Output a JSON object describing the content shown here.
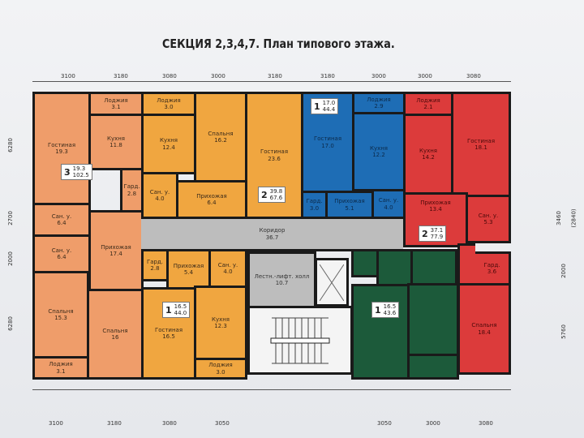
{
  "title": "СЕКЦИЯ 2,3,4,7. План типового этажа.",
  "colors": {
    "unit3": "#ef9d6a",
    "unit2_orange": "#f0a640",
    "unit1_blue": "#1e6db5",
    "unit2_red": "#dc3b3b",
    "unit1_green": "#1c5a3a",
    "common": "#bdbdbd"
  },
  "dims_top": [
    "3100",
    "3180",
    "3080",
    "3000",
    "3180",
    "3180",
    "3000",
    "3000",
    "3080"
  ],
  "dims_bottom": [
    "3100",
    "3180",
    "3080",
    "3050",
    "3050",
    "3000",
    "3080"
  ],
  "dims_left": [
    "6280",
    "2700",
    "2000",
    "6280"
  ],
  "dims_right": [
    "3460",
    "(2840)",
    "2000",
    "5760"
  ],
  "units": {
    "u3": {
      "rooms": "3",
      "living": "19.3",
      "total": "102.5",
      "r": [
        {
          "n": "Гостиная",
          "a": "19.3"
        },
        {
          "n": "Лоджия",
          "a": "3.1"
        },
        {
          "n": "Кухня",
          "a": "11.8"
        },
        {
          "n": "Гард.",
          "a": "2.8"
        },
        {
          "n": "Сан. у.",
          "a": "6.4"
        },
        {
          "n": "Сан. у.",
          "a": "6.4"
        },
        {
          "n": "Прихожая",
          "a": "17.4"
        },
        {
          "n": "Спальня",
          "a": "15.3"
        },
        {
          "n": "Спальня",
          "a": "16"
        },
        {
          "n": "Лоджия",
          "a": "3.1"
        }
      ]
    },
    "u2o": {
      "rooms": "2",
      "living": "39.8",
      "total": "67.6",
      "r": [
        {
          "n": "Лоджия",
          "a": "3.0"
        },
        {
          "n": "Кухня",
          "a": "12.4"
        },
        {
          "n": "Сан. у.",
          "a": "4.0"
        },
        {
          "n": "Прихожая",
          "a": "6.4"
        },
        {
          "n": "Спальня",
          "a": "16.2"
        },
        {
          "n": "Гостиная",
          "a": "23.6"
        }
      ]
    },
    "u1b": {
      "rooms": "1",
      "living": "17.0",
      "total": "44.4",
      "r": [
        {
          "n": "Гостиная",
          "a": "17.0"
        },
        {
          "n": "Лоджия",
          "a": "2.9"
        },
        {
          "n": "Кухня",
          "a": "12.2"
        },
        {
          "n": "Гард.",
          "a": "3.0"
        },
        {
          "n": "Прихожая",
          "a": "5.1"
        },
        {
          "n": "Сан. у.",
          "a": "4.0"
        }
      ]
    },
    "u2r": {
      "rooms": "2",
      "living": "37.1",
      "total": "77.9",
      "r": [
        {
          "n": "Лоджия",
          "a": "2.1"
        },
        {
          "n": "Кухня",
          "a": "14.2"
        },
        {
          "n": "Гостиная",
          "a": "18.1"
        },
        {
          "n": "Прихожая",
          "a": "13.4"
        },
        {
          "n": "Сан. у.",
          "a": "5.3"
        },
        {
          "n": "Гард.",
          "a": "3.6"
        },
        {
          "n": "Спальня",
          "a": "18.4"
        }
      ]
    },
    "u1o": {
      "rooms": "1",
      "living": "16.5",
      "total": "44.0",
      "r": [
        {
          "n": "Гард.",
          "a": "2.8"
        },
        {
          "n": "Прихожая",
          "a": "5.4"
        },
        {
          "n": "Сан. у.",
          "a": "4.0"
        },
        {
          "n": "Гостиная",
          "a": "16.5"
        },
        {
          "n": "Кухня",
          "a": "12.3"
        },
        {
          "n": "Лоджия",
          "a": "3.0"
        }
      ]
    },
    "u1g": {
      "rooms": "1",
      "living": "16.5",
      "total": "43.6"
    }
  },
  "common": {
    "corridor": "Коридор",
    "corridor_a": "36.7",
    "hall": "Лестн.-лифт. холл",
    "hall_a": "10.7"
  }
}
